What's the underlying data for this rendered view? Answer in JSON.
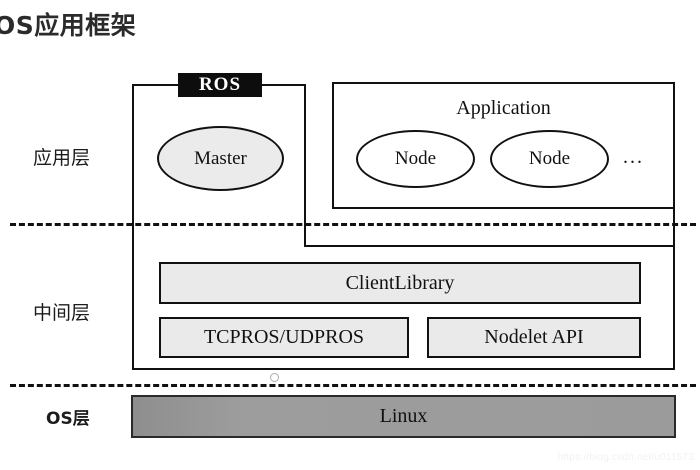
{
  "title": "OS应用框架",
  "layers": [
    {
      "id": "application",
      "label": "应用层"
    },
    {
      "id": "middleware",
      "label": "中间层"
    },
    {
      "id": "os",
      "label": "OS层"
    }
  ],
  "ros_container": {
    "badge_label": "ROS",
    "master": {
      "label": "Master",
      "fill": "#ebebeb"
    }
  },
  "application_box": {
    "title": "Application",
    "nodes": [
      {
        "label": "Node"
      },
      {
        "label": "Node"
      }
    ],
    "ellipsis": "..."
  },
  "middleware": {
    "client_library": "ClientLibrary",
    "transport": "TCPROS/UDPROS",
    "nodelet": "Nodelet API"
  },
  "os_layer": {
    "label": "Linux",
    "fill": "#9b9b9b"
  },
  "watermark": "https://blog.csdn.net/u011573",
  "colors": {
    "line": "#111111",
    "badge_bg": "#0d0d0d",
    "badge_fg": "#ffffff",
    "gray_box_fill": "#eaeaea",
    "os_bar_fill": "#9b9b9b",
    "background": "#ffffff"
  }
}
